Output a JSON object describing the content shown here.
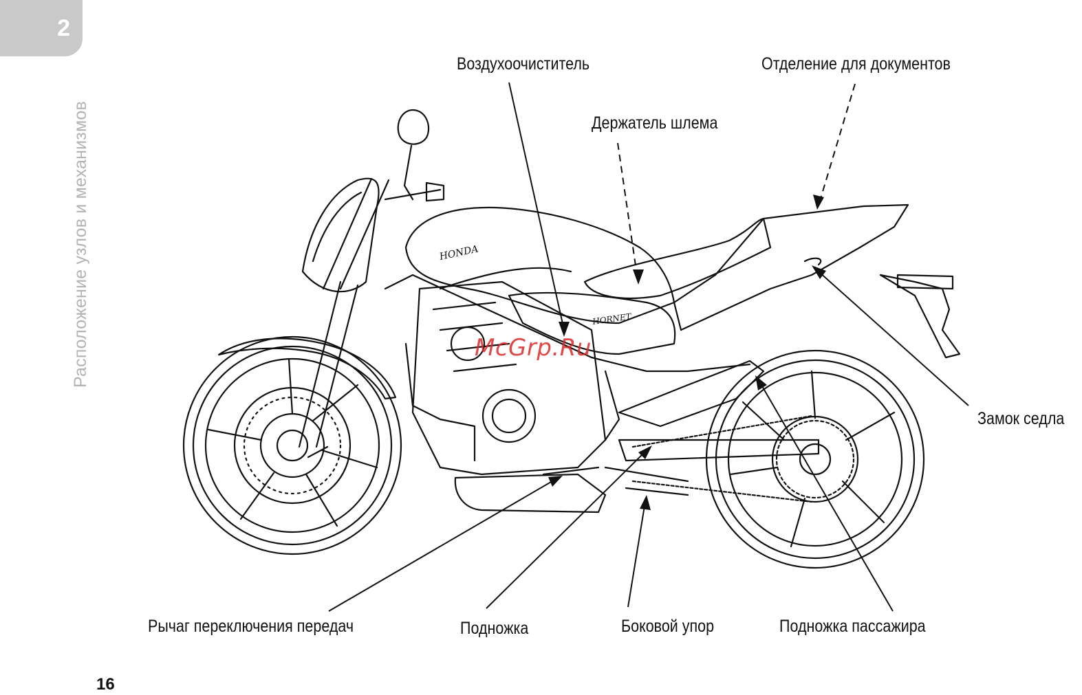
{
  "chapter": {
    "number": "2",
    "title": "Расположение узлов и механизмов"
  },
  "page_number": "16",
  "watermark": "McGrp.Ru",
  "callouts": {
    "air_cleaner": "Воздухоочиститель",
    "document_compartment": "Отделение для документов",
    "helmet_holder": "Держатель шлема",
    "seat_lock": "Замок седла",
    "gearshift_pedal": "Рычаг переключения передач",
    "footpeg": "Подножка",
    "side_stand": "Боковой упор",
    "passenger_footpeg": "Подножка пассажира"
  },
  "tank_logo": "HONDA",
  "model_badge": "HORNET",
  "colors": {
    "tab": "#c9c9c9",
    "line": "#111111",
    "watermark": "#dc2828"
  }
}
